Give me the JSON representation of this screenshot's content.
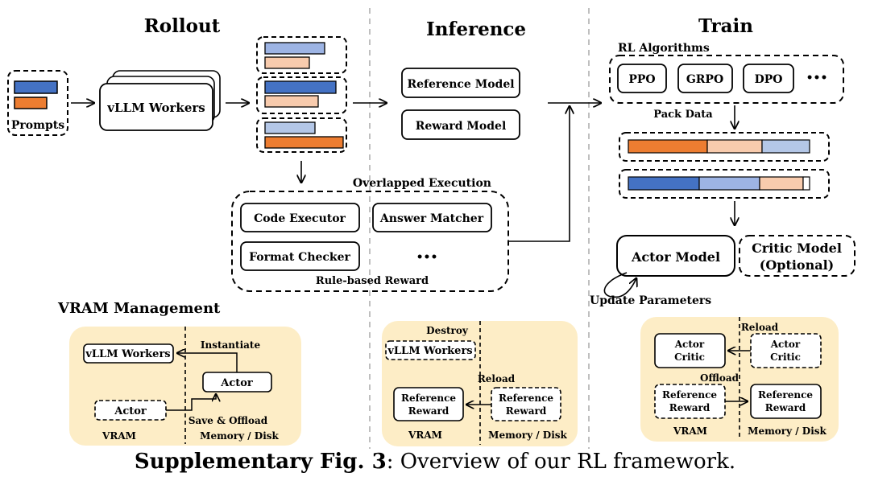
{
  "sections": {
    "rollout": "Rollout",
    "inference": "Inference",
    "train": "Train"
  },
  "rollout": {
    "prompts": "Prompts",
    "vllm_workers": "vLLM Workers"
  },
  "inference": {
    "reference_model": "Reference Model",
    "reward_model": "Reward Model"
  },
  "rule_reward": {
    "overlapped_title": "Overlapped Execution",
    "code_executor": "Code Executor",
    "answer_matcher": "Answer Matcher",
    "format_checker": "Format Checker",
    "ellipsis": "•••",
    "rule_based_label": "Rule-based Reward"
  },
  "train": {
    "rl_algorithms": "RL Algorithms",
    "algorithms": [
      "PPO",
      "GRPO",
      "DPO"
    ],
    "algo_ellipsis": "•••",
    "pack_data": "Pack Data",
    "actor_model": "Actor Model",
    "critic_model_1": "Critic Model",
    "critic_model_2": "(Optional)",
    "update_parameters": "Update Parameters"
  },
  "vram": {
    "title": "VRAM Management",
    "panel1": {
      "vllm_workers": "vLLM Workers",
      "instantiate": "Instantiate",
      "actor_right": "Actor",
      "actor_left": "Actor",
      "save_offload": "Save & Offload",
      "vram_label": "VRAM",
      "memory_label": "Memory / Disk"
    },
    "panel2": {
      "destroy": "Destroy",
      "vllm_workers": "vLLM Workers",
      "reload": "Reload",
      "left_line1": "Reference",
      "left_line2": "Reward",
      "right_line1": "Reference",
      "right_line2": "Reward",
      "vram_label": "VRAM",
      "memory_label": "Memory / Disk"
    },
    "panel3": {
      "reload": "Reload",
      "offload": "Offload",
      "tl_line1": "Actor",
      "tl_line2": "Critic",
      "tr_line1": "Actor",
      "tr_line2": "Critic",
      "bl_line1": "Reference",
      "bl_line2": "Reward",
      "br_line1": "Reference",
      "br_line2": "Reward",
      "vram_label": "VRAM",
      "memory_label": "Memory / Disk"
    }
  },
  "caption": {
    "label": "Supplementary Fig. 3",
    "text": ": Overview of our RL framework."
  },
  "colors": {
    "dark_blue": "#4472C4",
    "light_blue": "#9DB4E4",
    "pale_blue": "#B4C7E7",
    "orange": "#ED7D31",
    "light_orange": "#F8CBAD",
    "panel_fill": "#FDEDC6",
    "separator": "#BFBFBF"
  }
}
